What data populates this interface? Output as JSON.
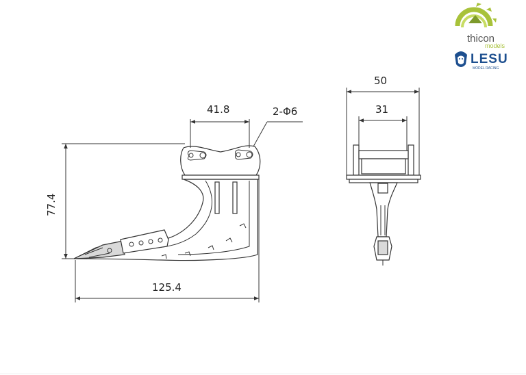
{
  "dimensions": {
    "width_total": "125.4",
    "height_total": "77.4",
    "hole_spacing": "41.8",
    "holes": "2-Φ6",
    "side_width": "50",
    "side_inner_width": "31"
  },
  "logos": {
    "thicon": "thicon",
    "thicon_sub": "models",
    "lesu": "LESU",
    "lesu_sub": "MODEL RACING"
  },
  "colors": {
    "line": "#333333",
    "thicon_green": "#a8c23a",
    "lesu_blue": "#1d4f8f"
  }
}
